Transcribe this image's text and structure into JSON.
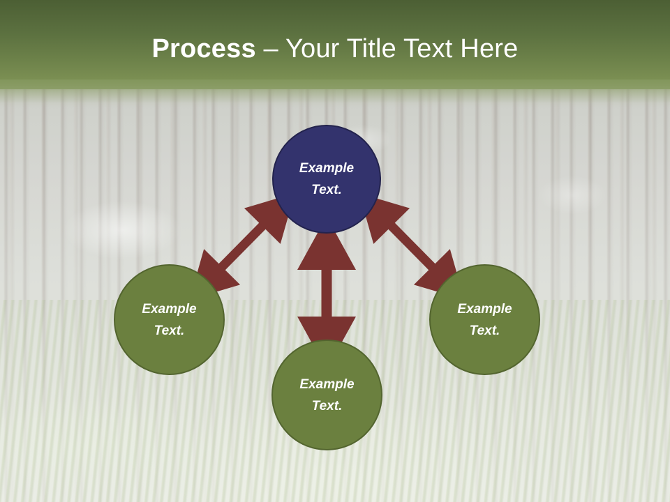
{
  "slide": {
    "title_bold": "Process",
    "title_rest": " – Your Title Text Here",
    "background_description": "misty pine forest with grass field"
  },
  "colors": {
    "header_gradient_top": "#4c5f34",
    "header_gradient_bottom": "#879a5f",
    "title_text": "#ffffff",
    "node_primary_fill": "#33336d",
    "node_primary_border": "#23234d",
    "node_secondary_fill": "#6b803f",
    "node_secondary_border": "#53652f",
    "arrow": "#7a3330"
  },
  "diagram": {
    "nodes": [
      {
        "id": "top",
        "line1": "Example",
        "line2": "Text.",
        "role": "primary"
      },
      {
        "id": "left",
        "line1": "Example",
        "line2": "Text.",
        "role": "secondary"
      },
      {
        "id": "right",
        "line1": "Example",
        "line2": "Text.",
        "role": "secondary"
      },
      {
        "id": "bottom",
        "line1": "Example",
        "line2": "Text.",
        "role": "secondary"
      }
    ],
    "connectors": [
      {
        "id": "top-left",
        "style": "double-headed",
        "direction": "diagonal-up-right"
      },
      {
        "id": "top-right",
        "style": "double-headed",
        "direction": "diagonal-down-right"
      },
      {
        "id": "top-bottom",
        "style": "double-headed",
        "direction": "vertical"
      }
    ]
  }
}
